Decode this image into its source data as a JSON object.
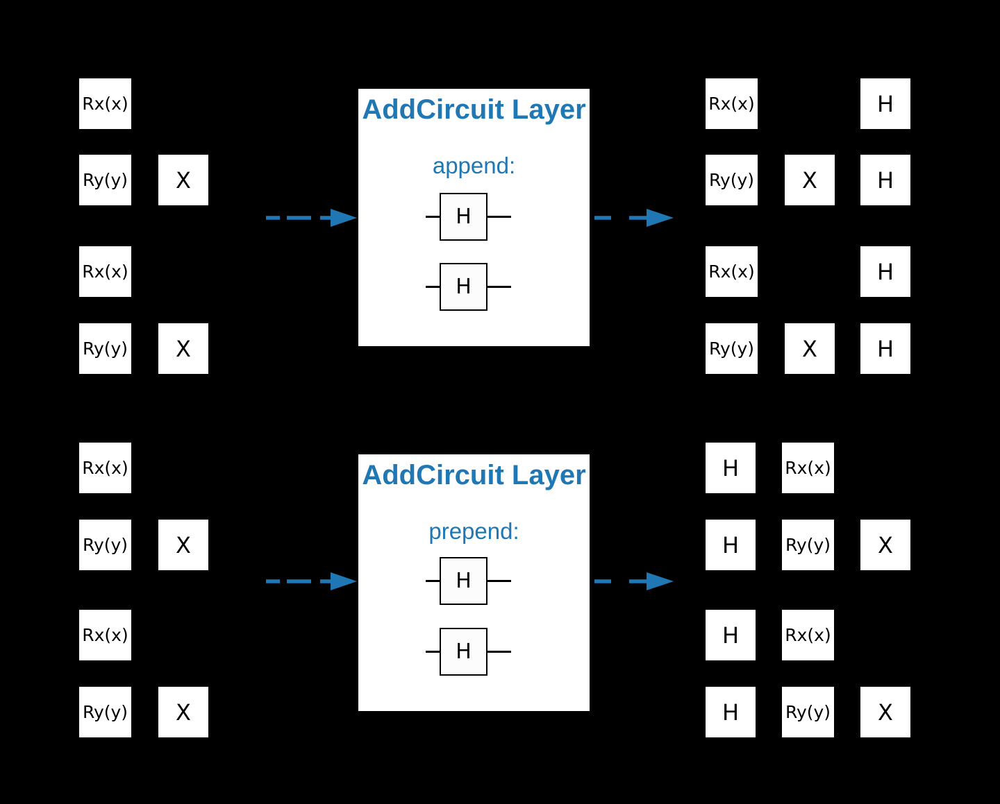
{
  "colors": {
    "background": "#000000",
    "accent_blue": "#1f77b4",
    "gate_fill": "#ffffff",
    "gate_border": "#000000",
    "gate_text": "#000000"
  },
  "append_panel": {
    "layer_title": "AddCircuit Layer",
    "operation_label": "append:",
    "layer_gates": [
      "H",
      "H"
    ],
    "input_gates": [
      "Rx(x)",
      "Ry(y)",
      "X",
      "Rx(x)",
      "Ry(y)",
      "X"
    ],
    "output_gates": [
      "Rx(x)",
      "H",
      "Ry(y)",
      "X",
      "H",
      "Rx(x)",
      "H",
      "Ry(y)",
      "X",
      "H"
    ]
  },
  "prepend_panel": {
    "layer_title": "AddCircuit Layer",
    "operation_label": "prepend:",
    "layer_gates": [
      "H",
      "H"
    ],
    "input_gates": [
      "Rx(x)",
      "Ry(y)",
      "X",
      "Rx(x)",
      "Ry(y)",
      "X"
    ],
    "output_gates": [
      "H",
      "Rx(x)",
      "H",
      "Ry(y)",
      "X",
      "H",
      "Rx(x)",
      "H",
      "Ry(y)",
      "X"
    ]
  }
}
